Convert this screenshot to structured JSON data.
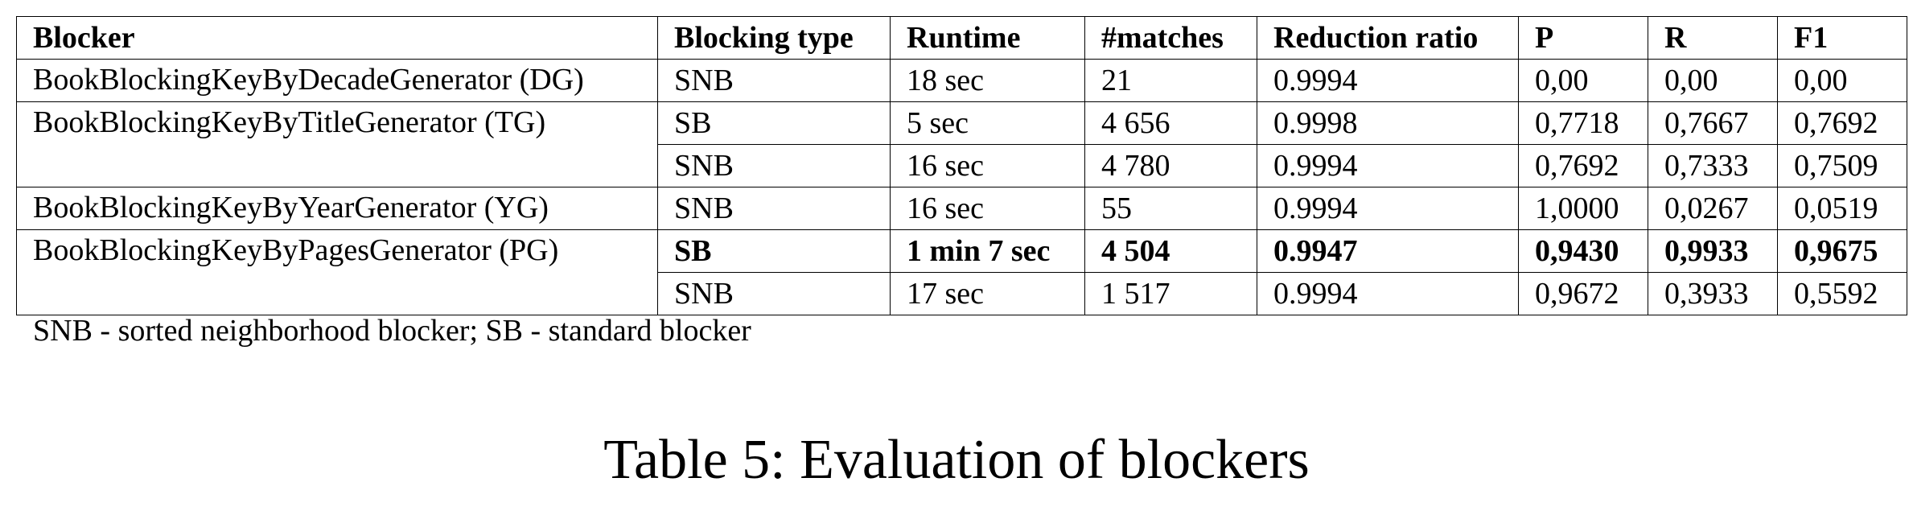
{
  "table": {
    "headers": [
      "Blocker",
      "Blocking type",
      "Runtime",
      "#matches",
      "Reduction ratio",
      "P",
      "R",
      "F1"
    ],
    "rows": [
      {
        "blocker": "BookBlockingKeyByDecadeGenerator (DG)",
        "type": "SNB",
        "runtime": "18 sec",
        "matches": "21",
        "reduction_ratio": "0.9994",
        "p": "0,00",
        "r": "0,00",
        "f1": "0,00"
      },
      {
        "blocker": "BookBlockingKeyByTitleGenerator (TG)",
        "type": "SB",
        "runtime": "5 sec",
        "matches": "4 656",
        "reduction_ratio": "0.9998",
        "p": "0,7718",
        "r": "0,7667",
        "f1": "0,7692"
      },
      {
        "blocker": "",
        "type": "SNB",
        "runtime": "16 sec",
        "matches": "4 780",
        "reduction_ratio": "0.9994",
        "p": "0,7692",
        "r": "0,7333",
        "f1": "0,7509"
      },
      {
        "blocker": "BookBlockingKeyByYearGenerator (YG)",
        "type": "SNB",
        "runtime": "16 sec",
        "matches": "55",
        "reduction_ratio": "0.9994",
        "p": "1,0000",
        "r": "0,0267",
        "f1": "0,0519"
      },
      {
        "blocker": "BookBlockingKeyByPagesGenerator (PG)",
        "type": "SB",
        "runtime": "1 min 7 sec",
        "matches": "4 504",
        "reduction_ratio": "0.9947",
        "p": "0,9430",
        "r": "0,9933",
        "f1": "0,9675"
      },
      {
        "blocker": "",
        "type": "SNB",
        "runtime": "17 sec",
        "matches": "1 517",
        "reduction_ratio": "0.9994",
        "p": "0,9672",
        "r": "0,3933",
        "f1": "0,5592"
      }
    ]
  },
  "footnote": "SNB - sorted neighborhood blocker; SB - standard blocker",
  "caption": "Table 5: Evaluation of blockers"
}
